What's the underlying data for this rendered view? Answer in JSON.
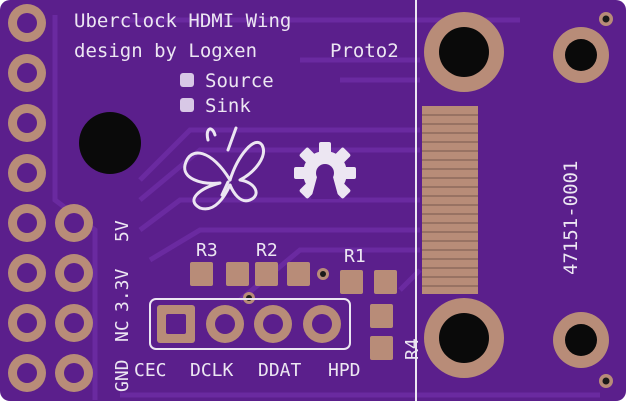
{
  "silkscreen": {
    "title": "Uberclock HDMI Wing",
    "subtitle": "design by Logxen",
    "revision": "Proto2",
    "part_number": "47151-0001"
  },
  "legend": {
    "source_label": "Source",
    "sink_label": "Sink"
  },
  "labels": {
    "r1": "R1",
    "r2": "R2",
    "r3": "R3",
    "r4": "R4",
    "gnd": "GND",
    "nc": "NC",
    "v33": "3.3V",
    "v5": "5V",
    "cec": "CEC",
    "dclk": "DCLK",
    "ddat": "DDAT",
    "hpd": "HPD"
  },
  "colors": {
    "board": "#5b1f8c",
    "board_dark": "#4a1677",
    "copper": "#b88c78",
    "silk": "#ece6f2",
    "hole": "#0a0a0a",
    "trace": "#6a2aa0"
  },
  "icons": [
    "butterfly-logo-icon",
    "open-hardware-gear-icon"
  ]
}
